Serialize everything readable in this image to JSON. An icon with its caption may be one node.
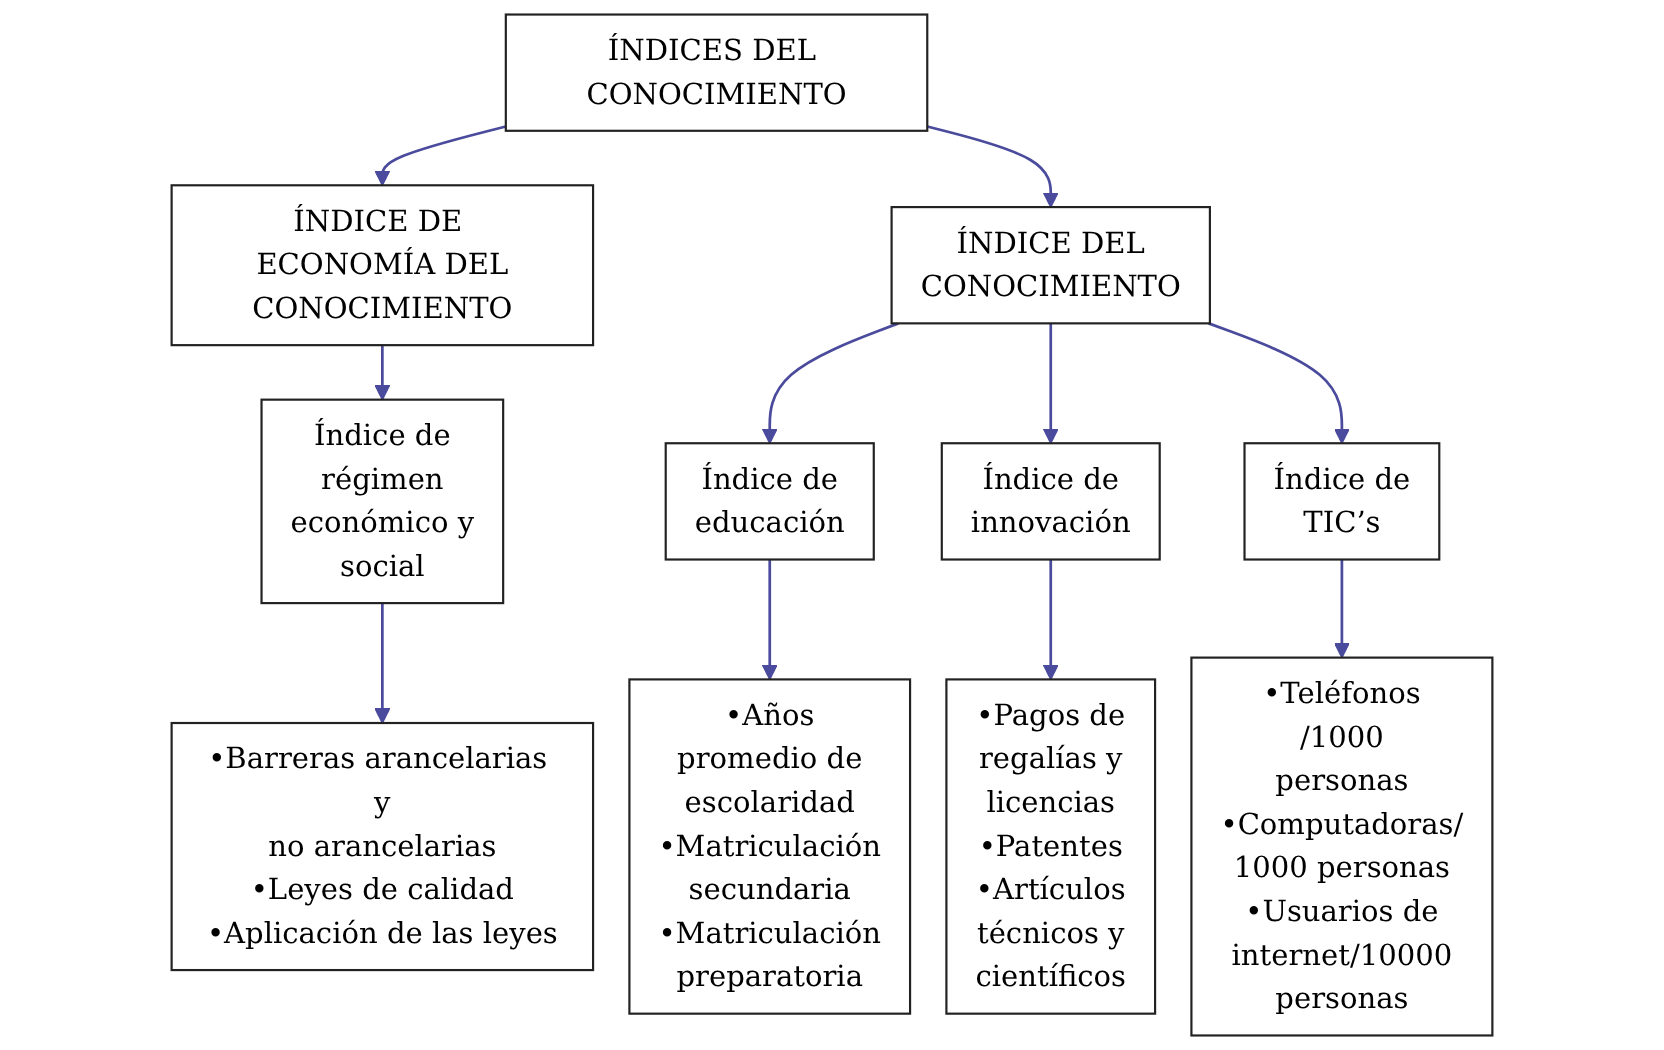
{
  "diagram": {
    "nodes": [
      {
        "text": [
          "ÍNDICES DEL CONOCIMIENTO"
        ]
      },
      {
        "text": [
          "ÍNDICE DE ECONOMÍA DEL CONOCIMIENTO"
        ]
      },
      {
        "text": [
          "ÍNDICE DEL CONOCIMIENTO"
        ]
      },
      {
        "text": [
          "Índice de régimen económico y social"
        ]
      },
      {
        "text": [
          "•Barreras arancelarias y no arancelarias",
          "•Leyes de calidad",
          "•Aplicación de las leyes"
        ]
      },
      {
        "text": [
          "Índice de educación"
        ]
      },
      {
        "text": [
          "Índice de innovación"
        ]
      },
      {
        "text": [
          "Índice de TIC’s"
        ]
      },
      {
        "text": [
          "•Años promedio de escolaridad",
          "•Matriculación secundaria",
          "•Matriculación preparatoria"
        ]
      },
      {
        "text": [
          "•Pagos de regalías y licencias",
          "•Patentes",
          "•Artículos técnicos y científicos"
        ]
      },
      {
        "text": [
          "•Teléfonos /1000 personas",
          "•Computadoras/ 1000 personas",
          "•Usuarios de internet/10000 personas"
        ]
      }
    ],
    "edges": [
      {
        "from": 0,
        "to": 1,
        "arrow": "to"
      },
      {
        "from": 0,
        "to": 2,
        "arrow": "to"
      },
      {
        "from": 1,
        "to": 3,
        "arrow": "to"
      },
      {
        "from": 3,
        "to": 4,
        "arrow": "to"
      },
      {
        "from": 2,
        "to": 5,
        "arrow": "to"
      },
      {
        "from": 2,
        "to": 6,
        "arrow": "to"
      },
      {
        "from": 2,
        "to": 7,
        "arrow": "to"
      },
      {
        "from": 5,
        "to": 8,
        "arrow": "to"
      },
      {
        "from": 6,
        "to": 9,
        "arrow": "to"
      },
      {
        "from": 7,
        "to": 10,
        "arrow": "to"
      }
    ]
  }
}
